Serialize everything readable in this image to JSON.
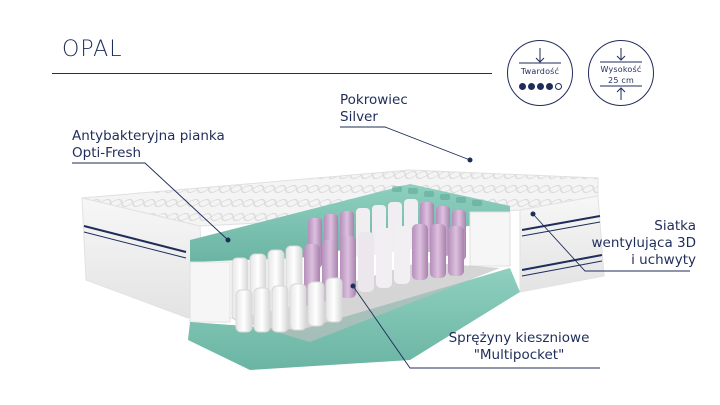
{
  "product": {
    "name": "OPAL"
  },
  "labels": {
    "cover": [
      "Pokrowiec",
      "Silver"
    ],
    "foam": [
      "Antybakteryjna pianka",
      "Opti-Fresh"
    ],
    "mesh": [
      "Siatka",
      "wentylująca 3D",
      "i uchwyty"
    ],
    "springs": [
      "Sprężyny kieszniowe",
      "\"Multipocket\""
    ]
  },
  "badges": {
    "firmness": {
      "label": "Twardość",
      "level": 4,
      "max": 5,
      "icon": "arrow-down-icon"
    },
    "height": {
      "label": "Wysokość",
      "value": "25 cm",
      "icon": "height-arrows-icon"
    }
  },
  "colors": {
    "brand": "#1f2d5a",
    "foam": "#7fc7b7",
    "springs_pink": "#c9a6cc",
    "springs_white": "#f2f2f2"
  }
}
